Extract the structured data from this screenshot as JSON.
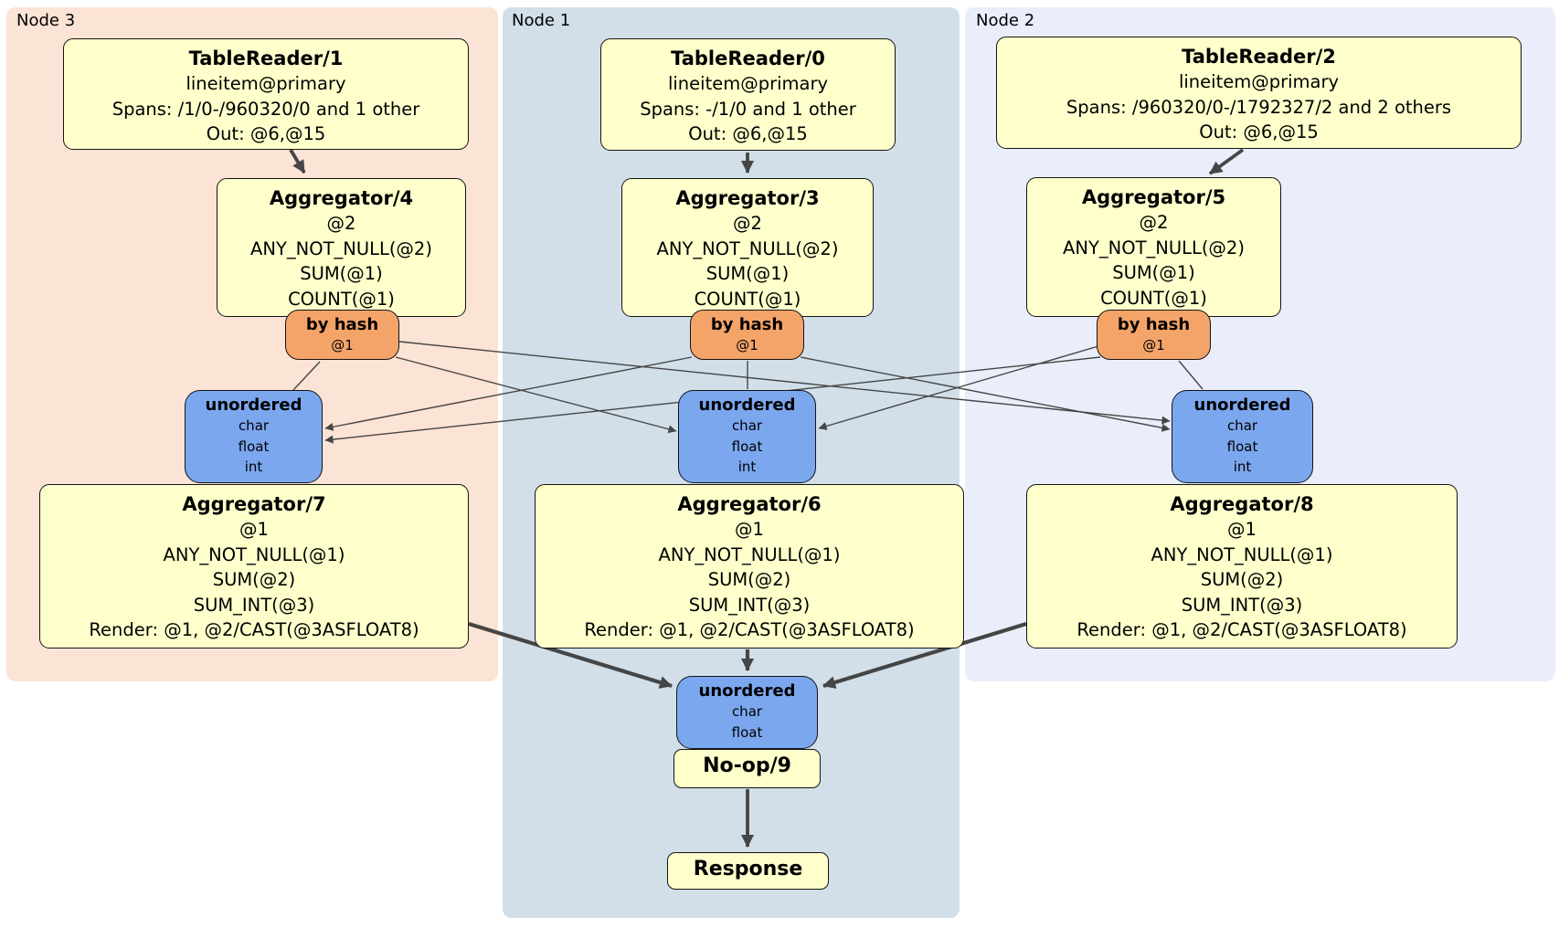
{
  "regions": {
    "node3": {
      "label": "Node 3",
      "table_reader": {
        "title": "TableReader/1",
        "lines": [
          "lineitem@primary",
          "Spans: /1/0-/960320/0 and 1 other",
          "Out: @6,@15"
        ]
      },
      "aggregator_top": {
        "title": "Aggregator/4",
        "lines": [
          "@2",
          "ANY_NOT_NULL(@2)",
          "SUM(@1)",
          "COUNT(@1)"
        ]
      },
      "hash_router": {
        "title": "by hash",
        "lines": [
          "@1"
        ]
      },
      "sync": {
        "title": "unordered",
        "lines": [
          "char",
          "float",
          "int"
        ]
      },
      "aggregator_bottom": {
        "title": "Aggregator/7",
        "lines": [
          "@1",
          "ANY_NOT_NULL(@1)",
          "SUM(@2)",
          "SUM_INT(@3)",
          "Render: @1, @2/CAST(@3ASFLOAT8)"
        ]
      }
    },
    "node1": {
      "label": "Node 1",
      "table_reader": {
        "title": "TableReader/0",
        "lines": [
          "lineitem@primary",
          "Spans: -/1/0 and 1 other",
          "Out: @6,@15"
        ]
      },
      "aggregator_top": {
        "title": "Aggregator/3",
        "lines": [
          "@2",
          "ANY_NOT_NULL(@2)",
          "SUM(@1)",
          "COUNT(@1)"
        ]
      },
      "hash_router": {
        "title": "by hash",
        "lines": [
          "@1"
        ]
      },
      "sync": {
        "title": "unordered",
        "lines": [
          "char",
          "float",
          "int"
        ]
      },
      "aggregator_bottom": {
        "title": "Aggregator/6",
        "lines": [
          "@1",
          "ANY_NOT_NULL(@1)",
          "SUM(@2)",
          "SUM_INT(@3)",
          "Render: @1, @2/CAST(@3ASFLOAT8)"
        ]
      },
      "final_sync": {
        "title": "unordered",
        "lines": [
          "char",
          "float"
        ]
      },
      "noop": {
        "title": "No-op/9"
      },
      "response": {
        "title": "Response"
      }
    },
    "node2": {
      "label": "Node 2",
      "table_reader": {
        "title": "TableReader/2",
        "lines": [
          "lineitem@primary",
          "Spans: /960320/0-/1792327/2 and 2 others",
          "Out: @6,@15"
        ]
      },
      "aggregator_top": {
        "title": "Aggregator/5",
        "lines": [
          "@2",
          "ANY_NOT_NULL(@2)",
          "SUM(@1)",
          "COUNT(@1)"
        ]
      },
      "hash_router": {
        "title": "by hash",
        "lines": [
          "@1"
        ]
      },
      "sync": {
        "title": "unordered",
        "lines": [
          "char",
          "float",
          "int"
        ]
      },
      "aggregator_bottom": {
        "title": "Aggregator/8",
        "lines": [
          "@1",
          "ANY_NOT_NULL(@1)",
          "SUM(@2)",
          "SUM_INT(@3)",
          "Render: @1, @2/CAST(@3ASFLOAT8)"
        ]
      }
    }
  },
  "colors": {
    "node3_bg": "#fbe3d5",
    "node1_bg": "#d2dfe9",
    "node2_bg": "#e9eefa",
    "operator_bg": "#ffffcc",
    "router_bg": "#f5a469",
    "sync_bg": "#7ba7ef",
    "edge": "#454545"
  }
}
